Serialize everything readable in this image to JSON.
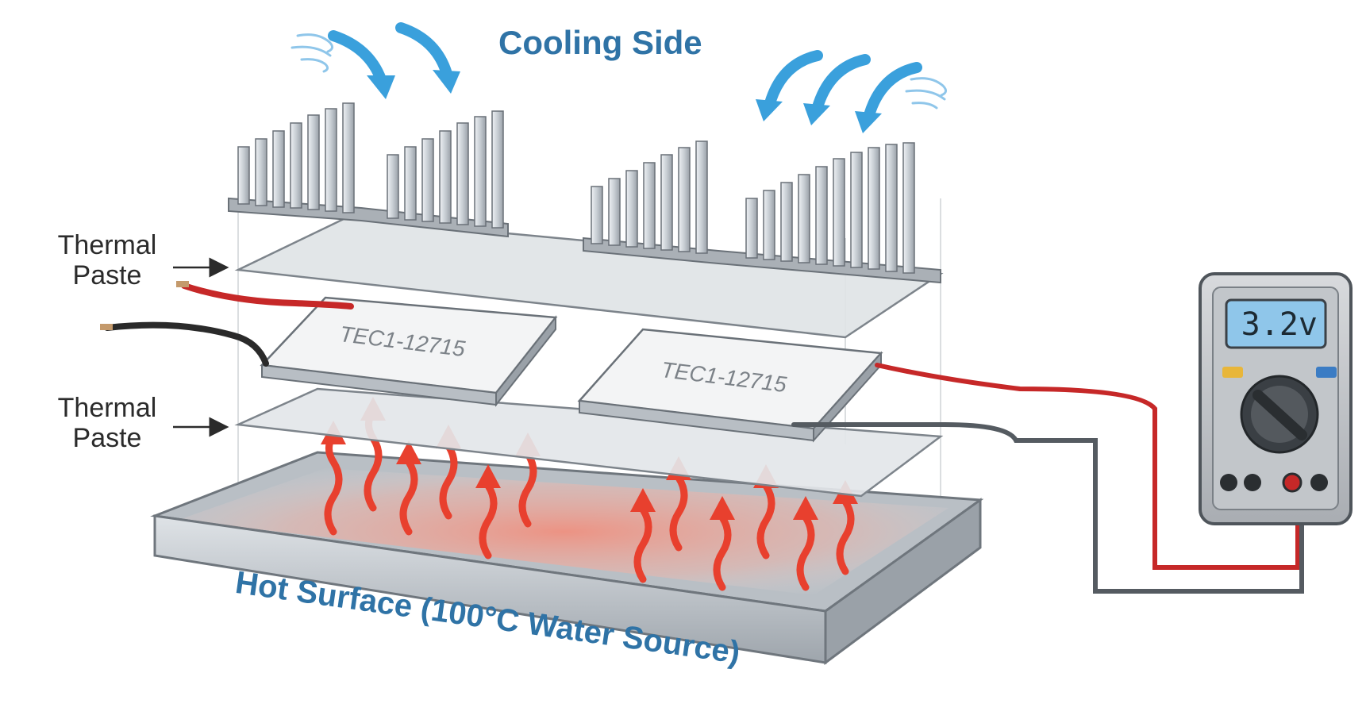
{
  "labels": {
    "cooling_side": "Cooling Side",
    "thermal_paste_top_line1": "Thermal",
    "thermal_paste_top_line2": "Paste",
    "thermal_paste_bottom_line1": "Thermal",
    "thermal_paste_bottom_line2": "Paste",
    "tec_module_left": "TEC1-12715",
    "tec_module_right": "TEC1-12715",
    "hot_surface": "Hot Surface (100°C Water Source)",
    "multimeter_reading": "3.2v"
  },
  "colors": {
    "heading_blue": "#2f73a6",
    "airflow_blue": "#3aa0dc",
    "heat_red": "#e8402e",
    "wire_red": "#c62828",
    "wire_black": "#2a2a2a",
    "lcd_blue": "#8fc6ea",
    "aluminum": "#c9ced3"
  },
  "icons": [
    "airflow-arrow-icon",
    "wind-swirl-icon",
    "heat-wave-arrow-icon",
    "dial-knob-icon"
  ]
}
